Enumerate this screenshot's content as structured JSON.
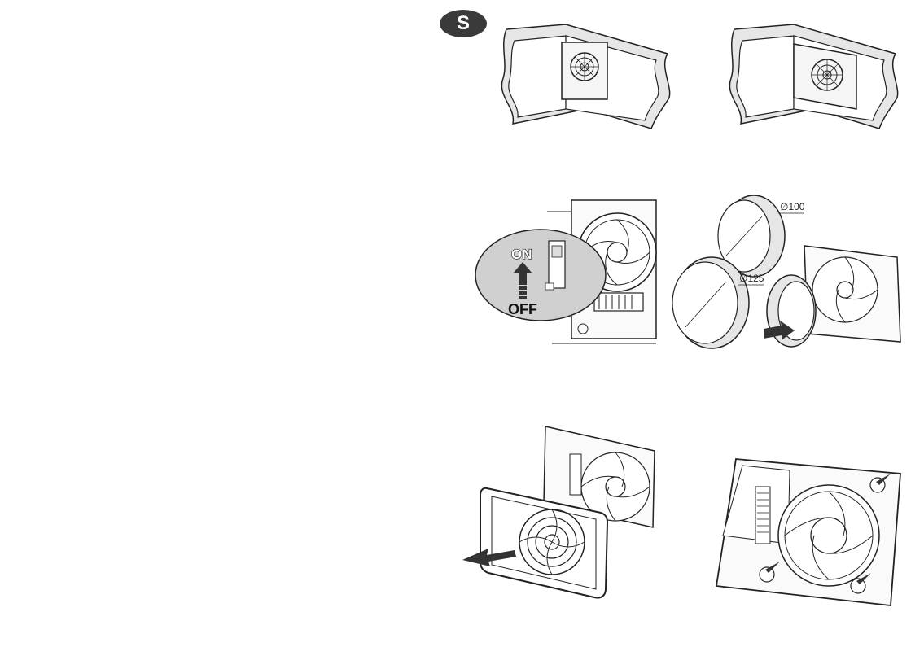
{
  "section_badge": "S",
  "switch_labels": {
    "on": "ON",
    "off": "OFF"
  },
  "duct_sizes": {
    "small": "∅100",
    "large": "∅125"
  },
  "colors": {
    "badge": "#3a3a3a",
    "callout": "#d0d0d0",
    "wall": "#e6e6e6",
    "arrow": "#333333"
  },
  "icons": [
    "fan-icon",
    "arrow-up-icon",
    "arrow-right-icon",
    "arrow-left-icon"
  ]
}
